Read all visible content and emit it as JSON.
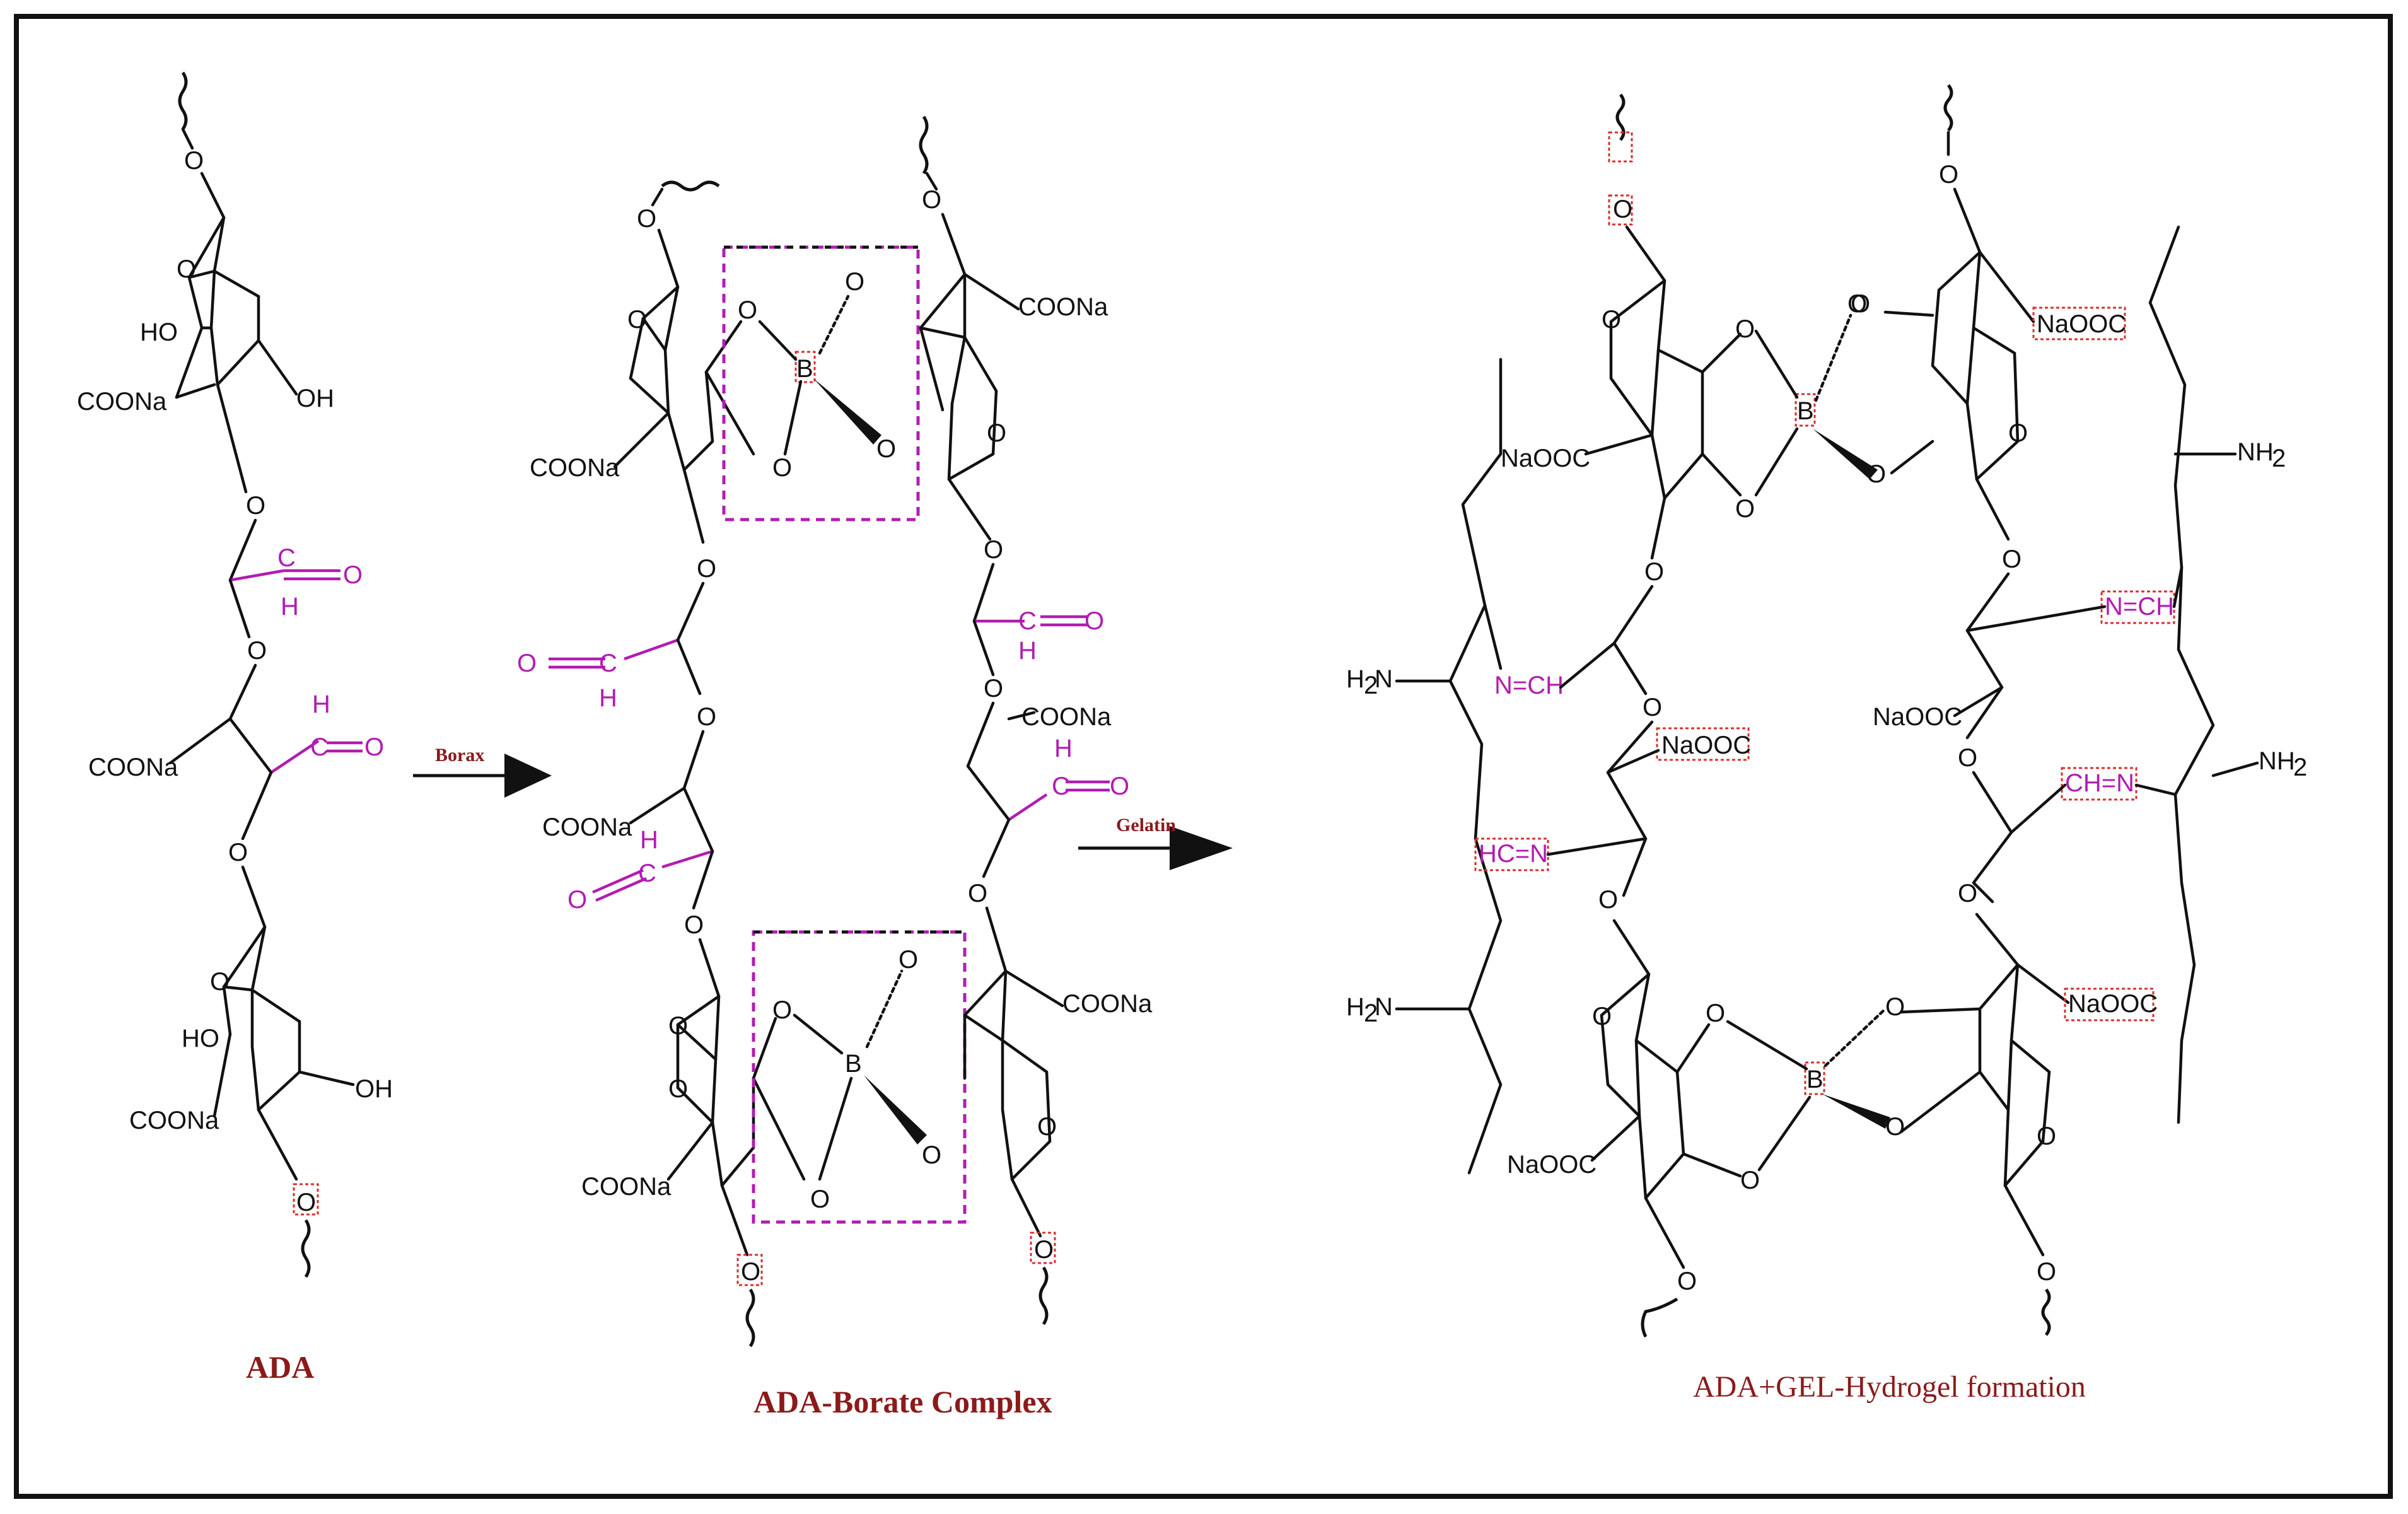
{
  "labels": {
    "ada": "ADA",
    "complex": "ADA-Borate Complex",
    "hydrogel": "ADA+GEL-Hydrogel formation"
  },
  "arrows": {
    "borax": "Borax",
    "gelatin": "Gelatin"
  },
  "atoms": {
    "O": "O",
    "B": "B",
    "H": "H",
    "OH": "OH",
    "HO": "HO",
    "COONa": "COONa",
    "NaOOC": "NaOOC",
    "NH2": "NH",
    "H2N": "H",
    "two": "2",
    "NeqCH": "N=CH",
    "CHeqN": "CH=N",
    "HCeqN": "HC=N",
    "NeqCHb": "N=CH"
  },
  "colors": {
    "bond": "#111111",
    "aldehyde": "#b21cb2",
    "label": "#8b1a1a",
    "highlight": "#d9302f"
  }
}
